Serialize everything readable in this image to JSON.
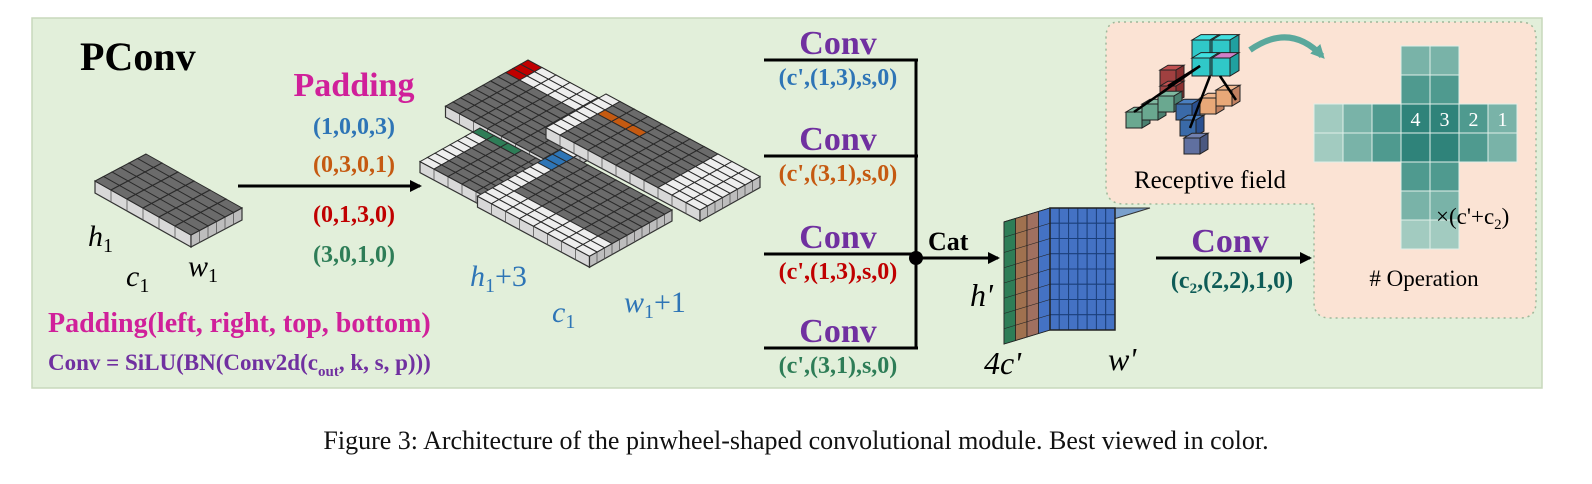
{
  "colors": {
    "panel_bg": "#e2efda",
    "panel_border": "#c8d8bc",
    "op_panel_bg": "#fbe3d4",
    "magenta": "#d0209a",
    "purple": "#7030a0",
    "blue": "#2e75b6",
    "orange": "#c55a11",
    "red": "#c00000",
    "green": "#2e7d57",
    "teal_dark": "#0e5c57",
    "cell_dark": "#6b6b6b",
    "cell_light": "#eeeeee"
  },
  "title": "PConv",
  "padding": {
    "label": "Padding",
    "values": [
      {
        "text": "(1,0,0,3)",
        "color": "#2e75b6"
      },
      {
        "text": "(0,3,0,1)",
        "color": "#c55a11"
      },
      {
        "text": "(0,1,3,0)",
        "color": "#c00000"
      },
      {
        "text": "(3,0,1,0)",
        "color": "#2e7d57"
      }
    ],
    "legend": "Padding(left, right, top, bottom)"
  },
  "conv_def": {
    "prefix": "Conv = SiLU(BN(Conv2d(c",
    "sub": "out",
    "suffix": ", k, s, p)))"
  },
  "input_tensor": {
    "h": "h",
    "h_sub": "1",
    "w": "w",
    "w_sub": "1",
    "c": "c",
    "c_sub": "1"
  },
  "padded_tensor": {
    "h": "h",
    "h_sub": "1",
    "h_tail": "+3",
    "w": "w",
    "w_sub": "1",
    "w_tail": "+1",
    "c": "c",
    "c_sub": "1"
  },
  "convs": [
    {
      "label": "Conv",
      "params": "(c',(1,3),s,0)",
      "color": "#2e75b6"
    },
    {
      "label": "Conv",
      "params": "(c',(3,1),s,0)",
      "color": "#c55a11"
    },
    {
      "label": "Conv",
      "params": "(c',(1,3),s,0)",
      "color": "#c00000"
    },
    {
      "label": "Conv",
      "params": "(c',(3,1),s,0)",
      "color": "#2e7d57"
    }
  ],
  "cat_label": "Cat",
  "output_tensor": {
    "h": "h'",
    "w": "w'",
    "c": "4c'"
  },
  "final_conv": {
    "label": "Conv",
    "params_prefix": "(c",
    "params_sub": "2",
    "params_suffix": ",(2,2),1,0)"
  },
  "receptive_field_label": "Receptive field",
  "operation": {
    "numbers": [
      "4",
      "3",
      "2",
      "1"
    ],
    "multiplier": "×(c'+c",
    "multiplier_sub": "2",
    "multiplier_end": ")",
    "label": "# Operation"
  },
  "caption": "Figure 3: Architecture of the pinwheel-shaped convolutional module. Best viewed in color."
}
